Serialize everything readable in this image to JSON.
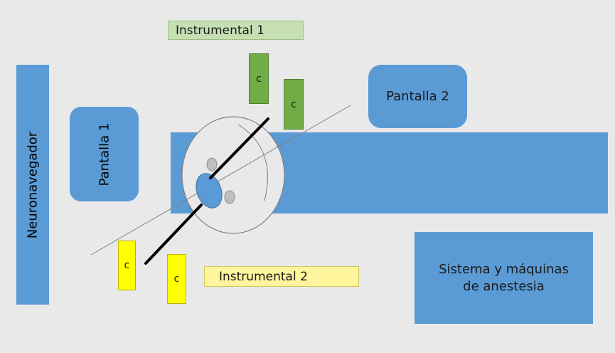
{
  "labels": {
    "neuronavegador": "Neuronavegador",
    "pantalla_1": "Pantalla 1",
    "pantalla_2": "Pantalla 2",
    "instrumental_1": "Instrumental 1",
    "instrumental_2": "Instrumental 2",
    "anestesia_line1": "Sistema y máquinas",
    "anestesia_line2": "de anestesia",
    "c_marker": "c"
  },
  "colors": {
    "background": "#e9e9e9",
    "equipment_blue": "#5b9bd5",
    "instrumental_1_green": "#70ad47",
    "instrumental_1_label_bg": "#c6e0b4",
    "instrumental_2_yellow": "#ffff00",
    "instrumental_2_label_bg": "#fff59d"
  }
}
